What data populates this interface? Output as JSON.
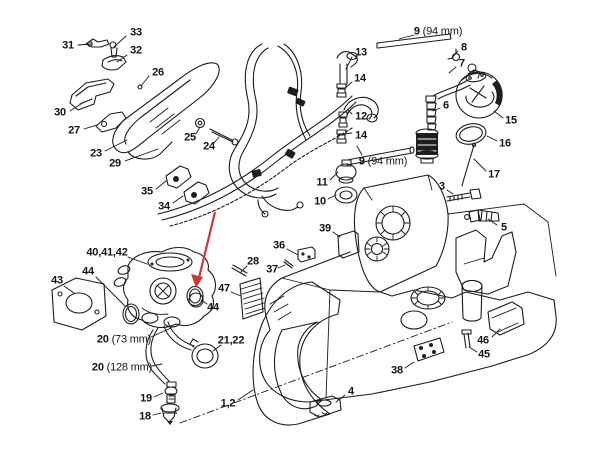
{
  "figure": {
    "type": "exploded-parts-diagram",
    "background": "#ffffff",
    "line_color": "#1c1c1c",
    "arrow_color": "#c63a3a"
  },
  "labels": [
    {
      "id": "33",
      "num": "33",
      "suffix": ""
    },
    {
      "id": "31",
      "num": "31",
      "suffix": ""
    },
    {
      "id": "32",
      "num": "32",
      "suffix": ""
    },
    {
      "id": "26",
      "num": "26",
      "suffix": ""
    },
    {
      "id": "30",
      "num": "30",
      "suffix": ""
    },
    {
      "id": "27",
      "num": "27",
      "suffix": ""
    },
    {
      "id": "23",
      "num": "23",
      "suffix": ""
    },
    {
      "id": "29",
      "num": "29",
      "suffix": ""
    },
    {
      "id": "25",
      "num": "25",
      "suffix": ""
    },
    {
      "id": "24",
      "num": "24",
      "suffix": ""
    },
    {
      "id": "35",
      "num": "35",
      "suffix": ""
    },
    {
      "id": "34",
      "num": "34",
      "suffix": ""
    },
    {
      "id": "13",
      "num": "13",
      "suffix": ""
    },
    {
      "id": "14a",
      "num": "14",
      "suffix": ""
    },
    {
      "id": "12",
      "num": "12",
      "suffix": ""
    },
    {
      "id": "14b",
      "num": "14",
      "suffix": ""
    },
    {
      "id": "9a",
      "num": "9",
      "suffix": " (94 mm)"
    },
    {
      "id": "8",
      "num": "8",
      "suffix": ""
    },
    {
      "id": "7",
      "num": "7",
      "suffix": ""
    },
    {
      "id": "6",
      "num": "6",
      "suffix": ""
    },
    {
      "id": "15",
      "num": "15",
      "suffix": ""
    },
    {
      "id": "16",
      "num": "16",
      "suffix": ""
    },
    {
      "id": "17",
      "num": "17",
      "suffix": ""
    },
    {
      "id": "9b",
      "num": "9",
      "suffix": " (94 mm)"
    },
    {
      "id": "11",
      "num": "11",
      "suffix": ""
    },
    {
      "id": "10",
      "num": "10",
      "suffix": ""
    },
    {
      "id": "3",
      "num": "3",
      "suffix": ""
    },
    {
      "id": "5",
      "num": "5",
      "suffix": ""
    },
    {
      "id": "40-42",
      "num": "40,41,42",
      "suffix": ""
    },
    {
      "id": "44a",
      "num": "44",
      "suffix": ""
    },
    {
      "id": "43",
      "num": "43",
      "suffix": ""
    },
    {
      "id": "47",
      "num": "47",
      "suffix": ""
    },
    {
      "id": "44b",
      "num": "44",
      "suffix": ""
    },
    {
      "id": "28",
      "num": "28",
      "suffix": ""
    },
    {
      "id": "37",
      "num": "37",
      "suffix": ""
    },
    {
      "id": "36",
      "num": "36",
      "suffix": ""
    },
    {
      "id": "39",
      "num": "39",
      "suffix": ""
    },
    {
      "id": "20a",
      "num": "20",
      "suffix": " (73 mm)"
    },
    {
      "id": "21-22",
      "num": "21,22",
      "suffix": ""
    },
    {
      "id": "20b",
      "num": "20",
      "suffix": " (128 mm)"
    },
    {
      "id": "19",
      "num": "19",
      "suffix": ""
    },
    {
      "id": "18",
      "num": "18",
      "suffix": ""
    },
    {
      "id": "1-2",
      "num": "1,2",
      "suffix": ""
    },
    {
      "id": "4",
      "num": "4",
      "suffix": ""
    },
    {
      "id": "38",
      "num": "38",
      "suffix": ""
    },
    {
      "id": "46",
      "num": "46",
      "suffix": ""
    },
    {
      "id": "45",
      "num": "45",
      "suffix": ""
    }
  ]
}
